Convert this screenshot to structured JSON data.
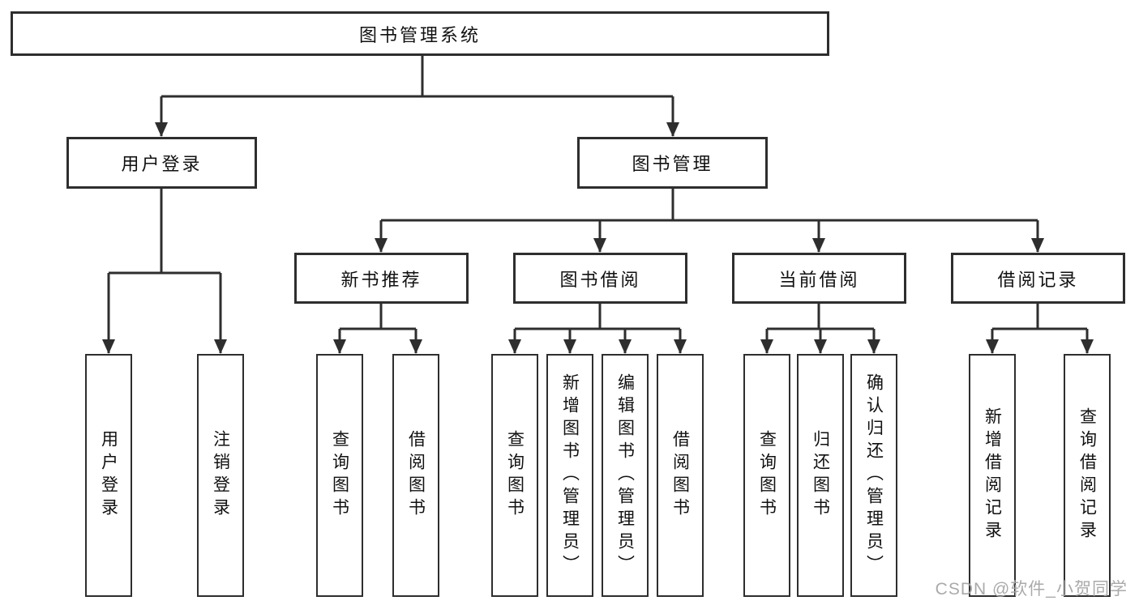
{
  "diagram": {
    "root": {
      "label": "图书管理系统"
    },
    "branches": [
      {
        "label": "用户登录",
        "children": [
          {
            "label": "用户登录"
          },
          {
            "label": "注销登录"
          }
        ]
      },
      {
        "label": "图书管理",
        "children": [
          {
            "label": "新书推荐",
            "children": [
              {
                "label": "查询图书"
              },
              {
                "label": "借阅图书"
              }
            ]
          },
          {
            "label": "图书借阅",
            "children": [
              {
                "label": "查询图书"
              },
              {
                "label": "新增图书（管理员）"
              },
              {
                "label": "编辑图书（管理员）"
              },
              {
                "label": "借阅图书"
              }
            ]
          },
          {
            "label": "当前借阅",
            "children": [
              {
                "label": "查询图书"
              },
              {
                "label": "归还图书"
              },
              {
                "label": "确认归还（管理员）"
              }
            ]
          },
          {
            "label": "借阅记录",
            "children": [
              {
                "label": "新增借阅记录"
              },
              {
                "label": "查询借阅记录"
              }
            ]
          }
        ]
      }
    ]
  },
  "watermark": {
    "text": "CSDN @软件_小贺同学"
  },
  "colors": {
    "line": "#2e2e2e",
    "border": "#2e2e2e",
    "text": "#111111",
    "background": "#ffffff",
    "watermark": "#a6a6a6"
  }
}
